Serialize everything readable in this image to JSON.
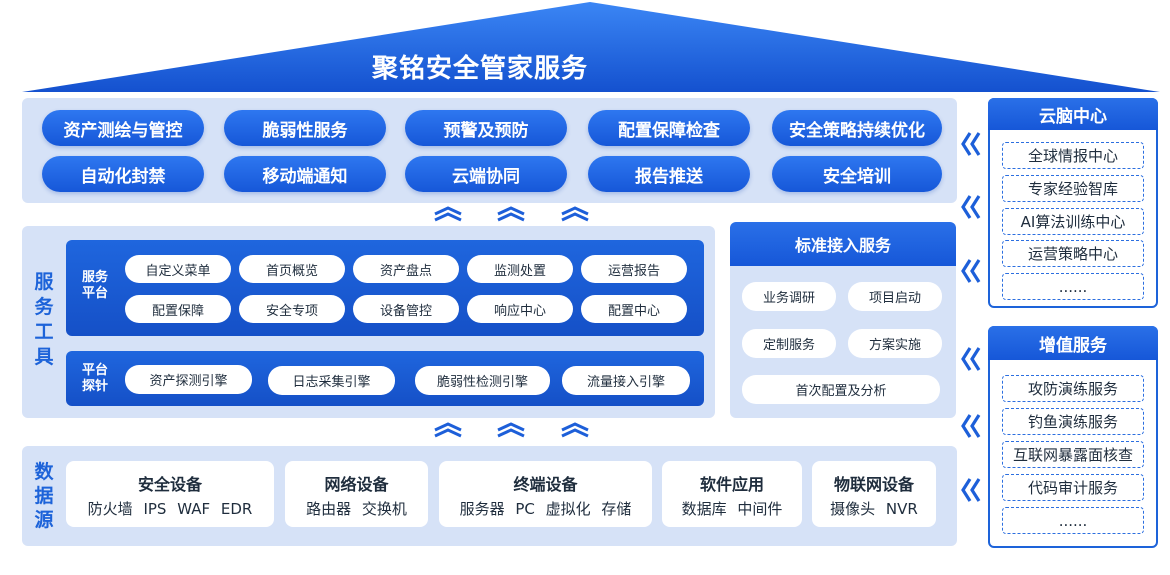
{
  "title": "聚铭安全管家服务",
  "top_services": {
    "row1": [
      "资产测绘与管控",
      "脆弱性服务",
      "预警及预防",
      "配置保障检查",
      "安全策略持续优化"
    ],
    "row2": [
      "自动化封禁",
      "移动端通知",
      "云端协同",
      "报告推送",
      "安全培训"
    ]
  },
  "service_tools": {
    "label": "服务工具",
    "platform": {
      "label_line1": "服务",
      "label_line2": "平台",
      "items": [
        "自定义菜单",
        "首页概览",
        "资产盘点",
        "监测处置",
        "运营报告",
        "配置保障",
        "安全专项",
        "设备管控",
        "响应中心",
        "配置中心"
      ]
    },
    "probe": {
      "label_line1": "平台",
      "label_line2": "探针",
      "items": [
        "资产探测引擎",
        "日志采集引擎",
        "脆弱性检测引擎",
        "流量接入引擎"
      ]
    }
  },
  "standard_access": {
    "title": "标准接入服务",
    "items": [
      "业务调研",
      "项目启动",
      "定制服务",
      "方案实施",
      "首次配置及分析"
    ]
  },
  "data_source": {
    "label": "数据源",
    "cards": [
      {
        "title": "安全设备",
        "items": "防火墙 IPS WAF EDR"
      },
      {
        "title": "网络设备",
        "items": "路由器 交换机"
      },
      {
        "title": "终端设备",
        "items": "服务器 PC 虚拟化 存储"
      },
      {
        "title": "软件应用",
        "items": "数据库 中间件"
      },
      {
        "title": "物联网设备",
        "items": "摄像头 NVR"
      }
    ]
  },
  "cloud_brain": {
    "title": "云脑中心",
    "items": [
      "全球情报中心",
      "专家经验智库",
      "AI算法训练中心",
      "运营策略中心",
      "......"
    ]
  },
  "value_added": {
    "title": "增值服务",
    "items": [
      "攻防演练服务",
      "钓鱼演练服务",
      "互联网暴露面核查",
      "代码审计服务",
      "......"
    ]
  },
  "colors": {
    "primary": "#1657d8",
    "band": "#d6e2f7",
    "roof": "#1d5fd9"
  }
}
